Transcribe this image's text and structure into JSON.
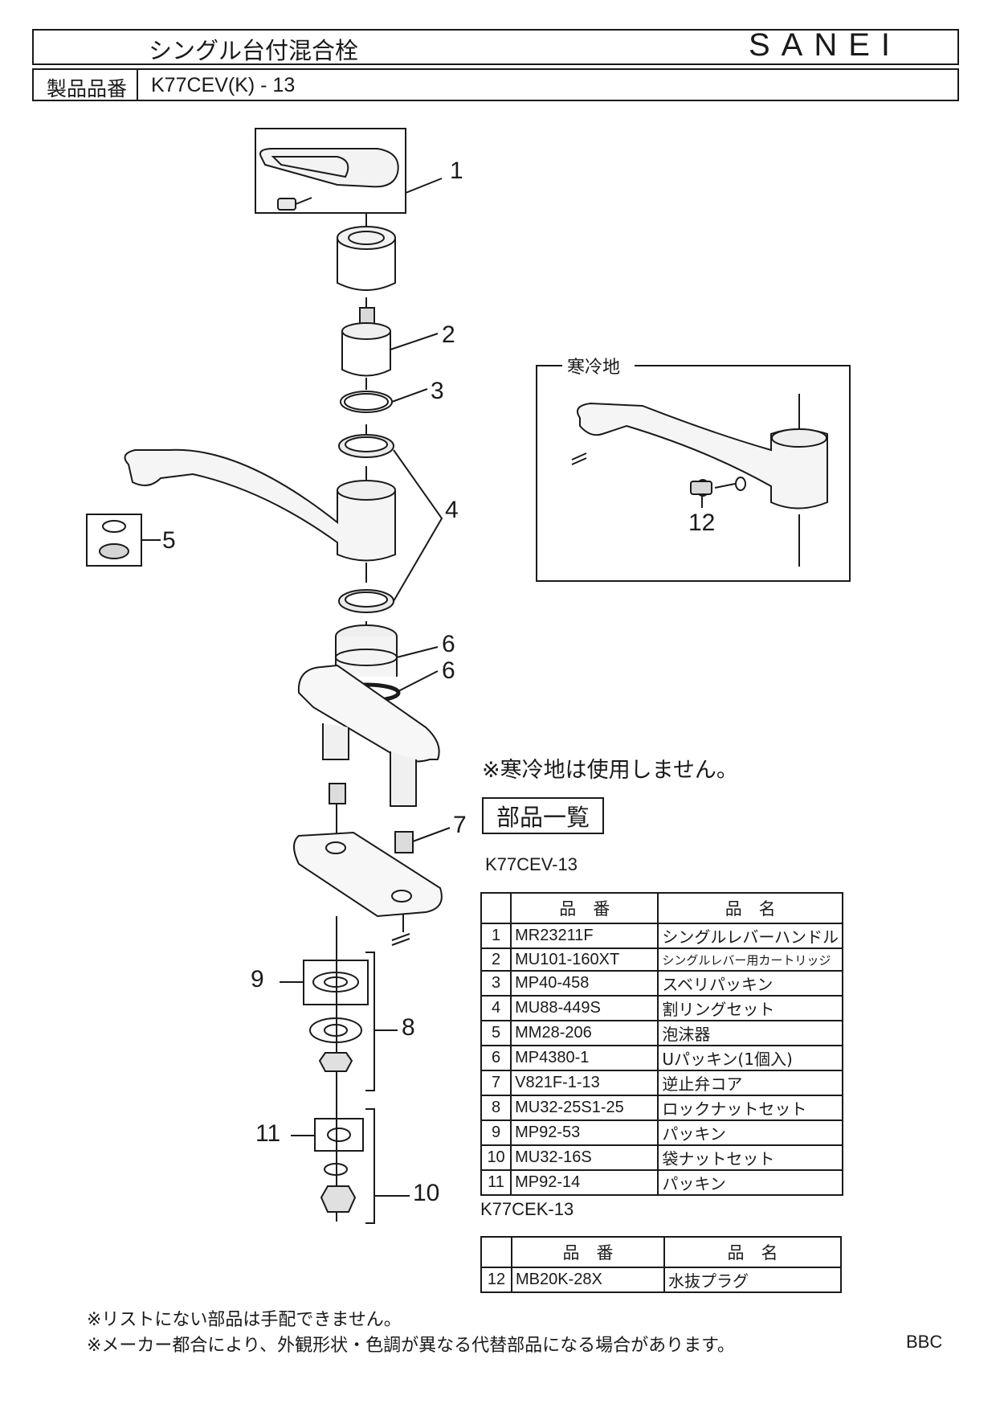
{
  "header": {
    "product_name": "シングル台付混合栓",
    "brand": "SANEI",
    "model_label": "製品品番",
    "model_value": "K77CEV(K) - 13"
  },
  "diagram": {
    "callouts": [
      "1",
      "2",
      "3",
      "4",
      "5",
      "6",
      "6",
      "7",
      "8",
      "9",
      "10",
      "11",
      "12"
    ],
    "cold_region_label": "寒冷地"
  },
  "note_cold": "※寒冷地は使用しません。",
  "parts_title": "部品一覧",
  "table1": {
    "model": "K77CEV-13",
    "headers": [
      "品　番",
      "品　名"
    ],
    "rows": [
      {
        "no": "1",
        "code": "MR23211F",
        "name": "シングルレバーハンドル"
      },
      {
        "no": "2",
        "code": "MU101-160XT",
        "name": "シングルレバー用カートリッジ"
      },
      {
        "no": "3",
        "code": "MP40-458",
        "name": "スベリパッキン"
      },
      {
        "no": "4",
        "code": "MU88-449S",
        "name": "割リングセット"
      },
      {
        "no": "5",
        "code": "MM28-206",
        "name": "泡沫器"
      },
      {
        "no": "6",
        "code": "MP4380-1",
        "name": "Uパッキン(1個入)"
      },
      {
        "no": "7",
        "code": "V821F-1-13",
        "name": "逆止弁コア"
      },
      {
        "no": "8",
        "code": "MU32-25S1-25",
        "name": "ロックナットセット"
      },
      {
        "no": "9",
        "code": "MP92-53",
        "name": "パッキン"
      },
      {
        "no": "10",
        "code": "MU32-16S",
        "name": "袋ナットセット"
      },
      {
        "no": "11",
        "code": "MP92-14",
        "name": "パッキン"
      }
    ]
  },
  "table2": {
    "model": "K77CEK-13",
    "headers": [
      "品　番",
      "品　名"
    ],
    "rows": [
      {
        "no": "12",
        "code": "MB20K-28X",
        "name": "水抜プラグ"
      }
    ]
  },
  "footer": {
    "note1": "※リストにない部品は手配できません。",
    "note2": "※メーカー都合により、外観形状・色調が異なる代替部品になる場合があります。",
    "code": "BBC"
  }
}
